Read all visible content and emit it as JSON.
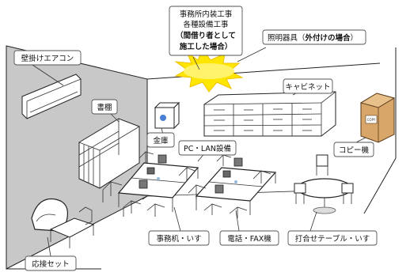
{
  "labels": {
    "interior": [
      "事務所内装工事",
      "各種設備工事"
    ],
    "interior_note": [
      "（間借り者として",
      "施工した場合）"
    ],
    "lighting": "照明器具（",
    "lighting_bold": "外付けの場合",
    "lighting_end": "）",
    "aircon": "壁掛けエアコン",
    "cabinet": "キャビネット",
    "bookshelf": "書棚",
    "safe": "金庫",
    "pc_lan": "PC・LAN設備",
    "copier": "コピー機",
    "copier_screen": "COPY",
    "desk_chair": "事務机・いす",
    "phone_fax": "電話・FAX機",
    "meeting": "打合せテーブル・いす",
    "reception": "応接セット"
  },
  "colors": {
    "room_wall": "#c8c8c8",
    "light": "#ffe600",
    "copier_body": "#d9a66a",
    "safe_dial": "#4a7fd6"
  }
}
